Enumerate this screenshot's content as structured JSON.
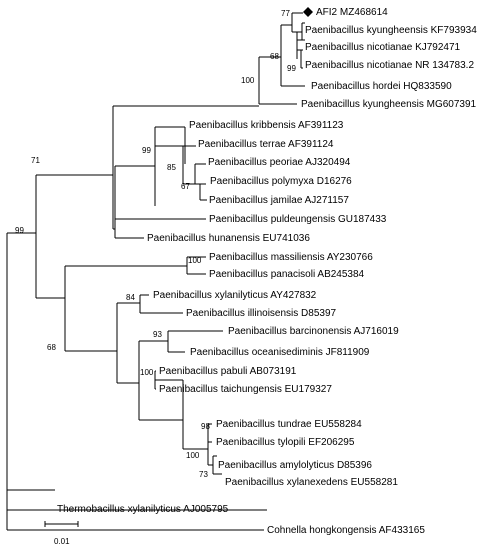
{
  "tree": {
    "taxa": [
      {
        "id": "t1",
        "label": "AFI2 MZ468614",
        "marker": "filled-diamond"
      },
      {
        "id": "t2",
        "label": "Paenibacillus kyungheensis KF793934"
      },
      {
        "id": "t3",
        "label": "Paenibacillus nicotianae KJ792471"
      },
      {
        "id": "t4",
        "label": "Paenibacillus nicotianae NR 134783.2"
      },
      {
        "id": "t5",
        "label": "Paenibacillus hordei HQ833590"
      },
      {
        "id": "t6",
        "label": "Paenibacillus kyungheensis MG607391"
      },
      {
        "id": "t7",
        "label": "Paenibacillus kribbensis AF391123"
      },
      {
        "id": "t8",
        "label": "Paenibacillus terrae AF391124"
      },
      {
        "id": "t9",
        "label": "Paenibacillus peoriae AJ320494"
      },
      {
        "id": "t10",
        "label": "Paenibacillus polymyxa D16276"
      },
      {
        "id": "t11",
        "label": "Paenibacillus jamilae AJ271157"
      },
      {
        "id": "t12",
        "label": "Paenibacillus puldeungensis GU187433"
      },
      {
        "id": "t13",
        "label": "Paenibacillus hunanensis EU741036"
      },
      {
        "id": "t14",
        "label": "Paenibacillus massiliensis AY230766"
      },
      {
        "id": "t15",
        "label": "Paenibacillus panacisoli AB245384"
      },
      {
        "id": "t16",
        "label": "Paenibacillus xylanilyticus AY427832"
      },
      {
        "id": "t17",
        "label": "Paenibacillus illinoisensis D85397"
      },
      {
        "id": "t18",
        "label": "Paenibacillus barcinonensis AJ716019"
      },
      {
        "id": "t19",
        "label": "Paenibacillus oceanisediminis JF811909"
      },
      {
        "id": "t20",
        "label": "Paenibacillus pabuli AB073191"
      },
      {
        "id": "t21",
        "label": "Paenibacillus taichungensis EU179327"
      },
      {
        "id": "t22",
        "label": "Paenibacillus tundrae EU558284"
      },
      {
        "id": "t23",
        "label": "Paenibacillus tylopili EF206295"
      },
      {
        "id": "t24",
        "label": "Paenibacillus amylolyticus D85396"
      },
      {
        "id": "t25",
        "label": "Paenibacillus xylanexedens EU558281"
      },
      {
        "id": "t26",
        "label": "Thermobacillus xylanilyticus AJ005795"
      },
      {
        "id": "t27",
        "label": "Cohnella hongkongensis AF433165"
      }
    ],
    "bootstrap_values": [
      {
        "id": "b77",
        "value": "77"
      },
      {
        "id": "b68a",
        "value": "68"
      },
      {
        "id": "b99a",
        "value": "99"
      },
      {
        "id": "b100a",
        "value": "100"
      },
      {
        "id": "b99b",
        "value": "99"
      },
      {
        "id": "b85",
        "value": "85"
      },
      {
        "id": "b67",
        "value": "67"
      },
      {
        "id": "b71",
        "value": "71"
      },
      {
        "id": "b99root",
        "value": "99"
      },
      {
        "id": "b100b",
        "value": "100"
      },
      {
        "id": "b84",
        "value": "84"
      },
      {
        "id": "b93",
        "value": "93"
      },
      {
        "id": "b68b",
        "value": "68"
      },
      {
        "id": "b100c",
        "value": "100"
      },
      {
        "id": "b98",
        "value": "98"
      },
      {
        "id": "b100d",
        "value": "100"
      },
      {
        "id": "b73",
        "value": "73"
      }
    ]
  },
  "scale_bar": {
    "label": "0.01"
  }
}
